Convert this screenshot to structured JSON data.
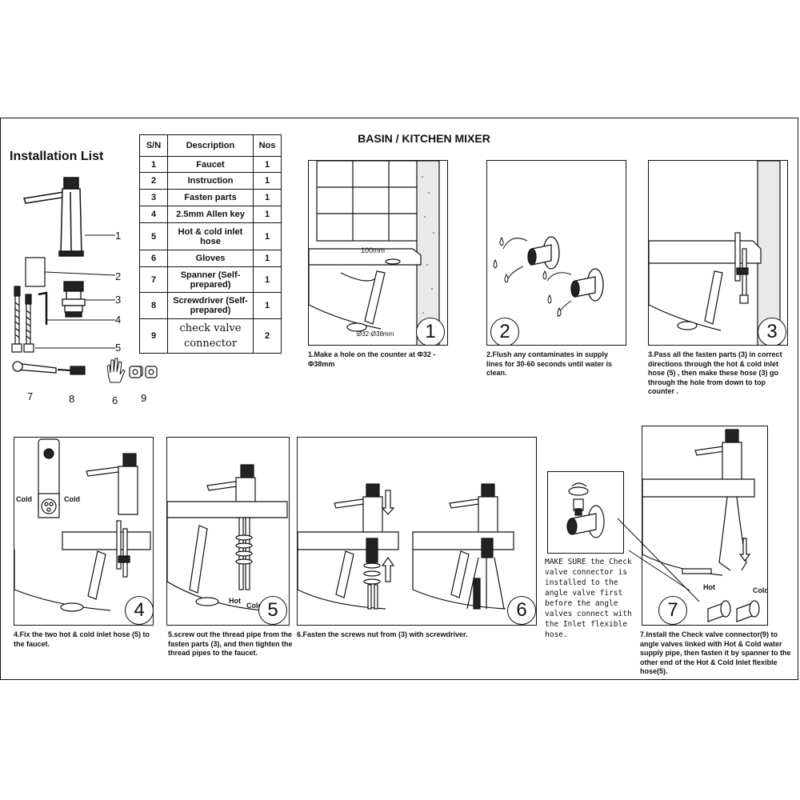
{
  "title": "BASIN / KITCHEN MIXER",
  "installation_list": {
    "heading": "Installation List",
    "headers": [
      "S/N",
      "Description",
      "Nos"
    ],
    "rows": [
      {
        "sn": "1",
        "desc": "Faucet",
        "nos": "1"
      },
      {
        "sn": "2",
        "desc": "Instruction",
        "nos": "1"
      },
      {
        "sn": "3",
        "desc": "Fasten parts",
        "nos": "1"
      },
      {
        "sn": "4",
        "desc": "2.5mm Allen key",
        "nos": "1"
      },
      {
        "sn": "5",
        "desc": "Hot & cold inlet hose",
        "nos": "1"
      },
      {
        "sn": "6",
        "desc": "Gloves",
        "nos": "1"
      },
      {
        "sn": "7",
        "desc": "Spanner (Self-prepared)",
        "nos": "1"
      },
      {
        "sn": "8",
        "desc": "Screwdriver (Self-prepared)",
        "nos": "1"
      },
      {
        "sn": "9",
        "desc": "check valve connector",
        "nos": "2"
      }
    ],
    "part_numbers": [
      "1",
      "2",
      "3",
      "4",
      "5",
      "7",
      "8",
      "6",
      "9"
    ]
  },
  "steps": [
    {
      "num": "1",
      "caption": "1.Make a hole on the counter at Φ32 - Φ38mm",
      "labels": [
        "100mm",
        "Ø32-Ø38mm"
      ]
    },
    {
      "num": "2",
      "caption": "2.Flush any contaminates in supply lines for 30-60 seconds until water is clean."
    },
    {
      "num": "3",
      "caption": "3.Pass all the fasten parts (3) in correct directions through the hot & cold inlet hose (5) , then make these hose (3) go through the hole from down to top counter ."
    },
    {
      "num": "4",
      "caption": "4.Fix the two hot & cold inlet hose (5) to the faucet.",
      "labels": [
        "Cold",
        "Cold"
      ]
    },
    {
      "num": "5",
      "caption": "5.screw out the thread pipe from the fasten parts (3), and then tighten the thread pipes to the faucet.",
      "labels": [
        "Hot",
        "Cold"
      ]
    },
    {
      "num": "6",
      "caption": "6.Fasten the screws nut from (3) with screwdriver."
    },
    {
      "num": "7",
      "caption": "7.Install the Check valve connector(9) to angle valves linked with Hot & Cold water supply pipe, then fasten it by spanner to the other end of the Hot & Cold Inlet flexible hose(5).",
      "labels": [
        "Hot",
        "Cold"
      ]
    }
  ],
  "make_sure_note": "MAKE SURE the Check valve connector is installed to the angle valve first before the angle valves connect with the Inlet flexible hose."
}
